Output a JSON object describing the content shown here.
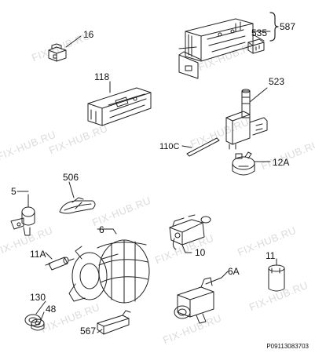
{
  "watermark": "FIX-HUB.RU",
  "part_numbers": {
    "p16": "16",
    "p587": "587",
    "p535": "535",
    "p118": "118",
    "p523": "523",
    "p110c": "110C",
    "p12a": "12A",
    "p506": "506",
    "p5": "5",
    "p6": "6",
    "p11a": "11A",
    "p10": "10",
    "p11": "11",
    "p130": "130",
    "p48": "48",
    "p6a": "6A",
    "p567": "567"
  },
  "drawing_code": "P09113083703",
  "colors": {
    "line": "#222222",
    "watermark": "#bdbdbd",
    "background": "#ffffff"
  }
}
